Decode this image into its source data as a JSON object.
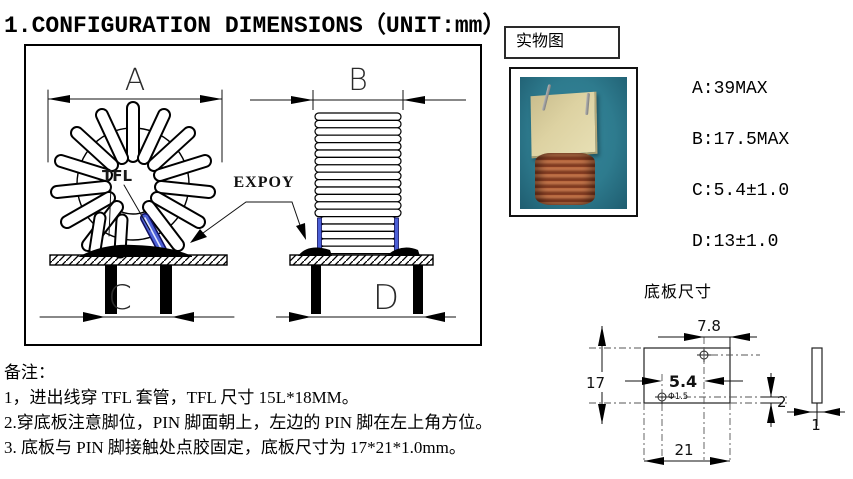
{
  "title": "1.CONFIGURATION DIMENSIONS（UNIT:mm）",
  "photo": {
    "label": "实物图"
  },
  "dim_list": [
    "A:39MAX",
    "B:17.5MAX",
    "C:5.4±1.0",
    "D:13±1.0"
  ],
  "drawing": {
    "labels": {
      "a": "A",
      "b": "B",
      "c": "C",
      "d": "D",
      "tfl": "TFL",
      "expoy": "EXPOY"
    }
  },
  "base_plate": {
    "title": "底板尺寸",
    "dims": {
      "top_width": "7.8",
      "height": "17",
      "hole_span": "5.4",
      "hole_dia": "Φ1.5",
      "edge_gap": "2",
      "bottom_width": "21",
      "thickness": "1"
    }
  },
  "notes": {
    "heading": "备注：",
    "items": [
      "1，进出线穿 TFL 套管，TFL 尺寸 15L*18MM。",
      "2.穿底板注意脚位，PIN 脚面朝上，左边的 PIN 脚在左上角方位。",
      "3. 底板与 PIN 脚接触处点胶固定，底板尺寸为 17*21*1.0mm。"
    ]
  },
  "colors": {
    "line": "#000000",
    "sleeve_blue": "#4b5fd6",
    "photo_teal": "#2e7b8e",
    "board_tan": "#ddd2a2",
    "coil_copper": "#a9562f"
  }
}
